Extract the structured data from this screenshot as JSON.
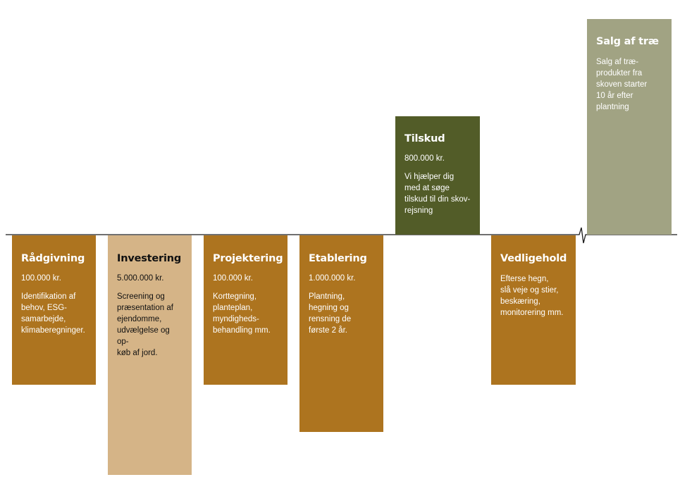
{
  "stages": {
    "raadgivning": {
      "title": "Rådgivning",
      "amount": "100.000 kr.",
      "description": "Identifikation af\nbehov, ESG-\nsamarbejde,\nklimaberegninger.",
      "color": "#ad741f"
    },
    "investering": {
      "title": "Investering",
      "amount": "5.000.000 kr.",
      "description": "Screening og\npræsentation af\nejendomme,\nudvælgelse og op-\nkøb af jord.",
      "color": "#d5b487"
    },
    "projektering": {
      "title": "Projektering",
      "amount": "100.000 kr.",
      "description": "Korttegning,\nplanteplan,\nmyndigheds-\nbehandling mm.",
      "color": "#ad741f"
    },
    "etablering": {
      "title": "Etablering",
      "amount": "1.000.000 kr.",
      "description": "Plantning,\nhegning og\nrensning de\nførste 2 år.",
      "color": "#ad741f"
    },
    "tilskud": {
      "title": "Tilskud",
      "amount": "800.000 kr.",
      "description": "Vi hjælper dig\nmed at søge\ntilskud til din skov-\nrejsning",
      "color": "#525c28"
    },
    "vedligehold": {
      "title": "Vedligehold",
      "description": "Efterse hegn,\nslå veje og stier,\nbeskæring,\nmonitorering mm.",
      "color": "#ad741f"
    },
    "salg": {
      "title": "Salg af træ",
      "description": "Salg af træ-\nprodukter fra\nskoven starter\n10 år efter\nplantning",
      "color": "#a1a383"
    }
  }
}
